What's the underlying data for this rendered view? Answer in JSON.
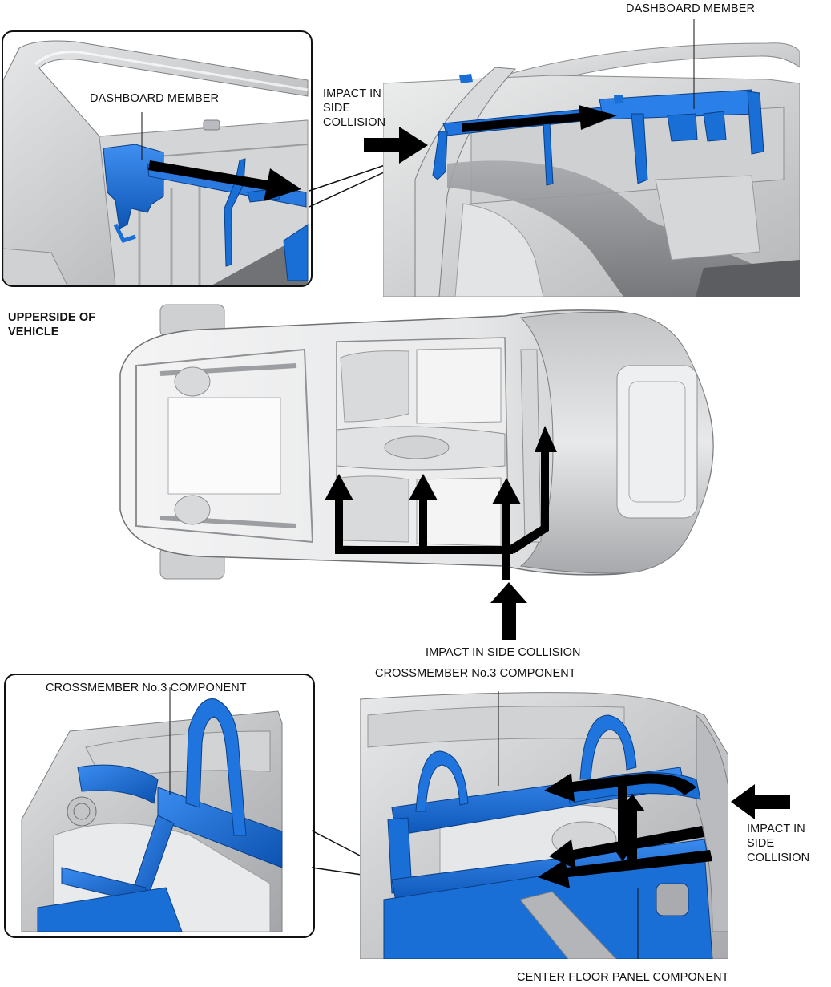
{
  "title": "Dashboard member and crossmember side-collision load paths",
  "colors": {
    "component_blue": "#1a6fd6",
    "component_blue_dark": "#0d4fa8",
    "body_grey": "#c9cacc",
    "body_grey_dark": "#8d8f92",
    "arrow": "#000000",
    "border": "#111111"
  },
  "top_section": {
    "inset": {
      "label": "DASHBOARD MEMBER",
      "icon": "dashboard-member-closeup-illustration"
    },
    "main": {
      "label": "DASHBOARD MEMBER",
      "impact_label": "IMPACT IN\nSIDE\nCOLLISION",
      "impact_arrow_icon": "right-arrow-icon",
      "load_path_arrow_icon": "load-path-arrow-icon"
    }
  },
  "middle_section": {
    "heading": "UPPERSIDE OF\nVEHICLE",
    "impact_label": "IMPACT IN SIDE COLLISION",
    "impact_arrow_icon": "up-arrow-icon",
    "load_path_arrows": 4
  },
  "bottom_section": {
    "inset": {
      "label": "CROSSMEMBER No.3 COMPONENT",
      "icon": "crossmember-closeup-illustration"
    },
    "main": {
      "crossmember_label": "CROSSMEMBER No.3 COMPONENT",
      "floor_label": "CENTER FLOOR PANEL COMPONENT",
      "impact_label": "IMPACT IN\nSIDE\nCOLLISION",
      "impact_arrow_icon": "left-arrow-icon"
    }
  }
}
